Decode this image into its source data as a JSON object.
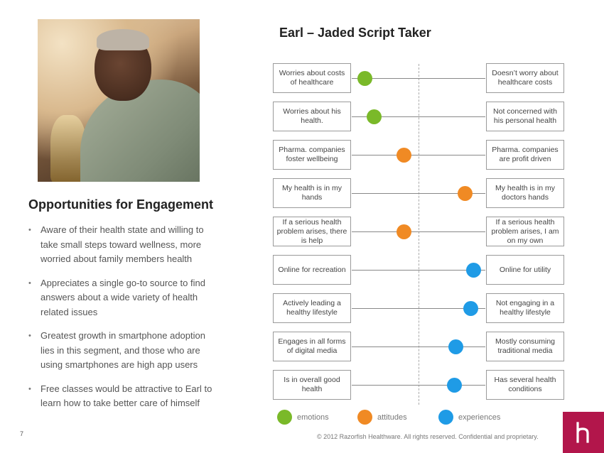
{
  "title": "Earl – Jaded Script Taker",
  "section_title": "Opportunities for Engagement",
  "bullets": [
    "Aware of their health state and willing to take small steps toward wellness, more worried about family members health",
    "Appreciates a single go-to source to find answers about a wide variety of health related issues",
    "Greatest growth in smartphone adoption lies in this segment, and those who are using smartphones are high app users",
    "Free classes would be attractive to Earl to learn how to take better care of himself"
  ],
  "colors": {
    "emotions": "#7ab929",
    "attitudes": "#f08a24",
    "experiences": "#1f9be6",
    "brand": "#b2164b"
  },
  "spectrum": [
    {
      "left": "Worries about costs of healthcare",
      "right": "Doesn’t worry about healthcare costs",
      "category": "emotions",
      "position": 0.1
    },
    {
      "left": "Worries about his health.",
      "right": "Not concerned with his personal health",
      "category": "emotions",
      "position": 0.17
    },
    {
      "left": "Pharma. companies foster wellbeing",
      "right": "Pharma. companies are profit driven",
      "category": "attitudes",
      "position": 0.39
    },
    {
      "left": "My health is in my hands",
      "right": "My health is in my doctors hands",
      "category": "attitudes",
      "position": 0.85
    },
    {
      "left": "If a serious health problem arises, there is help",
      "right": "If a serious health problem arises, I am on my own",
      "category": "attitudes",
      "position": 0.39
    },
    {
      "left": "Online for recreation",
      "right": "Online for utility",
      "category": "experiences",
      "position": 0.91
    },
    {
      "left": "Actively leading a healthy lifestyle",
      "right": "Not engaging in a healthy lifestyle",
      "category": "experiences",
      "position": 0.89
    },
    {
      "left": "Engages in all forms of digital media",
      "right": "Mostly consuming traditional media",
      "category": "experiences",
      "position": 0.78
    },
    {
      "left": "Is in overall good health",
      "right": "Has several health conditions",
      "category": "experiences",
      "position": 0.77
    }
  ],
  "legend": [
    {
      "label": "emotions",
      "category": "emotions"
    },
    {
      "label": "attitudes",
      "category": "attitudes"
    },
    {
      "label": "experiences",
      "category": "experiences"
    }
  ],
  "page_number": "7",
  "footer": "© 2012 Razorfish Healthware. All rights reserved. Confidential and proprietary.",
  "logo_icon": "h-logo-icon"
}
